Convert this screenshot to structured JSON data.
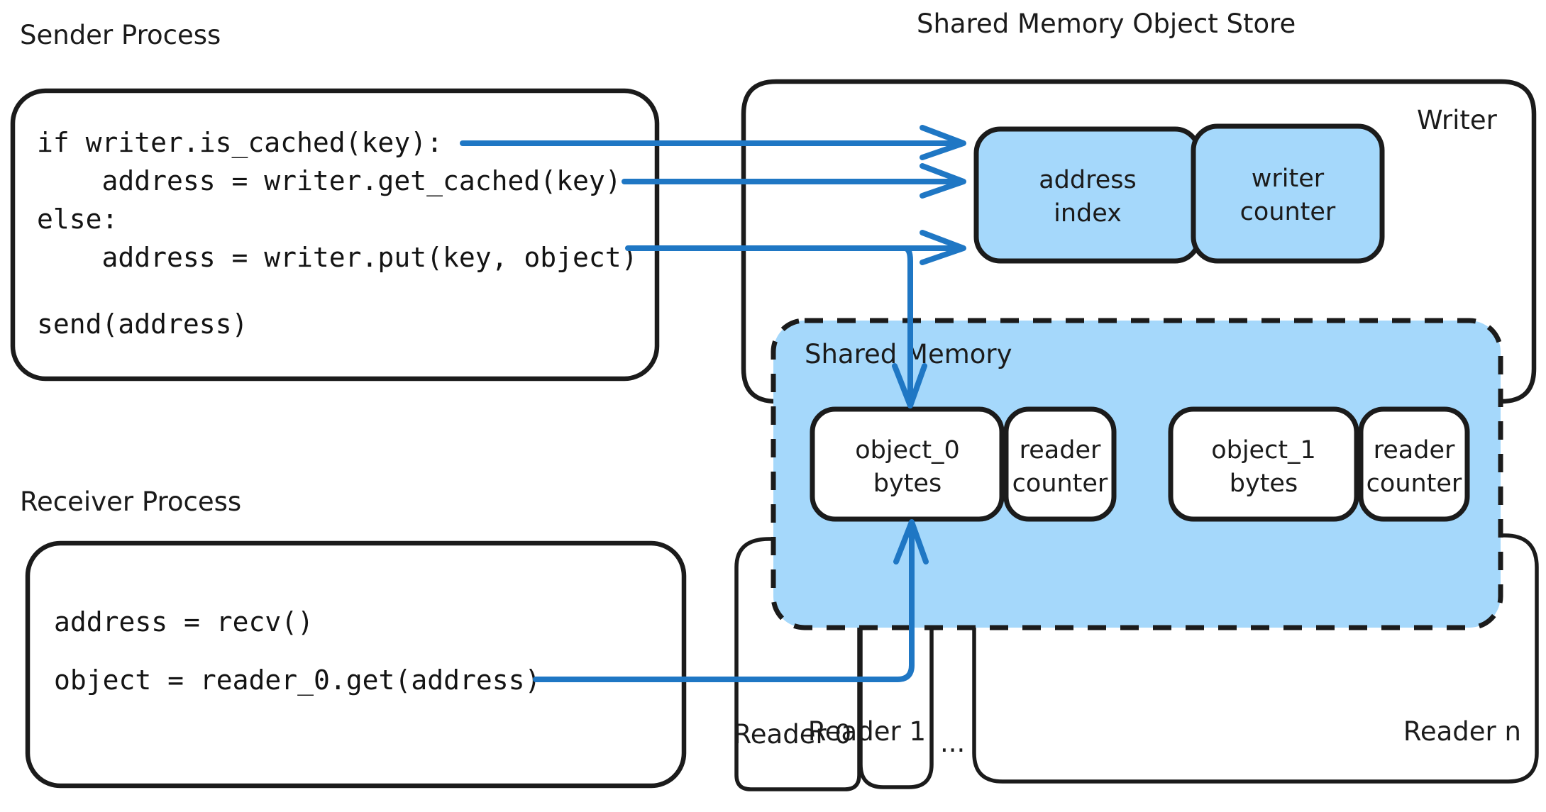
{
  "diagram": {
    "title_left": "Sender Process",
    "title_left2": "Receiver Process",
    "title_right": "Shared Memory Object Store",
    "accent_blue": "#1f77c4",
    "fill_blue": "#a5d8fb",
    "stroke_black": "#1b1b1b"
  },
  "sender": {
    "heading": "Sender Process",
    "code": [
      "if writer.is_cached(key):",
      "    address = writer.get_cached(key)",
      "else:",
      "    address = writer.put(key, object)",
      "",
      "send(address)"
    ]
  },
  "receiver": {
    "heading": "Receiver Process",
    "code": [
      "address = recv()",
      "",
      "object = reader_0.get(address)"
    ]
  },
  "store": {
    "heading": "Shared Memory Object Store",
    "writer_label": "Writer",
    "writer_cells": [
      {
        "line1": "address",
        "line2": "index"
      },
      {
        "line1": "writer",
        "line2": "counter"
      }
    ],
    "shared_memory_label": "Shared Memory",
    "slots": [
      {
        "object": {
          "line1": "object_0",
          "line2": "bytes"
        },
        "counter": {
          "line1": "reader",
          "line2": "counter"
        }
      },
      {
        "object": {
          "line1": "object_1",
          "line2": "bytes"
        },
        "counter": {
          "line1": "reader",
          "line2": "counter"
        }
      }
    ],
    "readers": [
      {
        "label": "Reader 0"
      },
      {
        "label": "Reader 1"
      },
      {
        "label": "Reader n"
      }
    ],
    "readers_ellipsis": "..."
  }
}
